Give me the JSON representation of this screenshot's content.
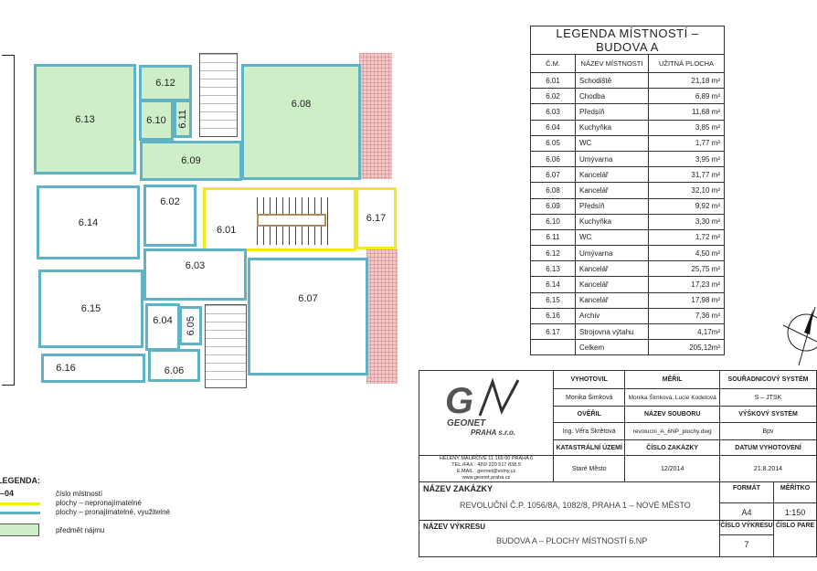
{
  "plan": {
    "rooms": {
      "r601": "6.01",
      "r602": "6.02",
      "r603": "6.03",
      "r604": "6.04",
      "r605": "6.05",
      "r606": "6.06",
      "r607": "6.07",
      "r608": "6.08",
      "r609": "6.09",
      "r610": "6.10",
      "r611": "6.11",
      "r612": "6.12",
      "r613": "6.13",
      "r614": "6.14",
      "r615": "6.15",
      "r616": "6.16",
      "r617": "6.17"
    }
  },
  "room_legend": {
    "title": "LEGENDA MÍSTNOSTÍ – BUDOVA A",
    "headers": [
      "Č.M.",
      "NÁZEV MÍSTNOSTI",
      "UŽITNÁ PLOCHA"
    ],
    "rows": [
      [
        "6.01",
        "Schodiště",
        "21,18 m²"
      ],
      [
        "6.02",
        "Chodba",
        "6,89 m²"
      ],
      [
        "6.03",
        "Předsíň",
        "11,68 m²"
      ],
      [
        "6.04",
        "Kuchyňka",
        "3,85 m²"
      ],
      [
        "6.05",
        "WC",
        "1,77 m²"
      ],
      [
        "6.06",
        "Umývarna",
        "3,95 m²"
      ],
      [
        "6.07",
        "Kancelář",
        "31,77 m²"
      ],
      [
        "6.08",
        "Kancelář",
        "32,10 m²"
      ],
      [
        "6.09",
        "Předsíň",
        "9,92 m²"
      ],
      [
        "6.10",
        "Kuchyňka",
        "3,30 m²"
      ],
      [
        "6.11",
        "WC",
        "1,72 m²"
      ],
      [
        "6.12",
        "Umývarna",
        "4,50 m²"
      ],
      [
        "6.13",
        "Kancelář",
        "25,75 m²"
      ],
      [
        "6.14",
        "Kancelář",
        "17,23 m²"
      ],
      [
        "6.15",
        "Kancelář",
        "17,98 m²"
      ],
      [
        "6.16",
        "Archiv",
        "7,36 m²"
      ],
      [
        "6.17",
        "Strojovna výtahu",
        "4,17m²"
      ]
    ],
    "total_label": "Celkem",
    "total_value": "205,12m²"
  },
  "map_legend": {
    "title": "LEGENDA:",
    "code": "–04",
    "items": [
      "číslo místností",
      "plochy – nepronajímatelné",
      "plochy – pronajímatelné, využitelné",
      "předmět nájmu"
    ],
    "colors": {
      "yellow": "#f2ea1c",
      "blue": "#5fb3c4",
      "green": "#cdeec6"
    }
  },
  "title_block": {
    "company": {
      "logo": "GEONET PRAHA s.r.o.",
      "address": "HELENY MALÍŘOVÉ 11   169 00   PRAHA 6",
      "phone": "TEL./FAX : 420/ 220 517 838.9",
      "email": "E.MAIL : geonet@volny.cz",
      "web": "www.geonet.praha.cz"
    },
    "vyhotovil_label": "VYHOTOVIL",
    "vyhotovil": "Monika Šimková",
    "meril_label": "MĚŘIL",
    "meril": "Monika Šimková, Lucie Kodetová",
    "system_label": "SOUŘADNICOVÝ SYSTÉM",
    "system": "S – JTSK",
    "overil_label": "OVĚŘIL",
    "overil": "Ing. Věra Škrětová",
    "soubor_label": "NÁZEV SOUBORU",
    "soubor": "revolucni_A_6NP_plochy.dwg",
    "vyskovy_label": "VÝŠKOVÝ SYSTÉM",
    "vyskovy": "Bpv",
    "katastr_label": "KATASTRÁLNÍ ÚZEMÍ",
    "katastr": "Staré Město",
    "zakazka_no_label": "ČÍSLO ZAKÁZKY",
    "zakazka_no": "12/2014",
    "datum_label": "DATUM VYHOTOVENÍ",
    "datum": "21.8.2014",
    "zakazka_label": "NÁZEV ZAKÁZKY",
    "zakazka": "REVOLUČNÍ Č.P. 1056/8A, 1082/8, PRAHA 1 – NOVÉ MĚSTO",
    "format_label": "FORMÁT",
    "format": "A4",
    "meritko_label": "MĚŘÍTKO",
    "meritko": "1:150",
    "vykres_label": "NÁZEV VÝKRESU",
    "vykres": "BUDOVA A – PLOCHY MÍSTNOSTÍ 6.NP",
    "vykres_no_label": "ČÍSLO VÝKRESU",
    "vykres_no": "7",
    "pare_label": "ČÍSLO PARE"
  }
}
